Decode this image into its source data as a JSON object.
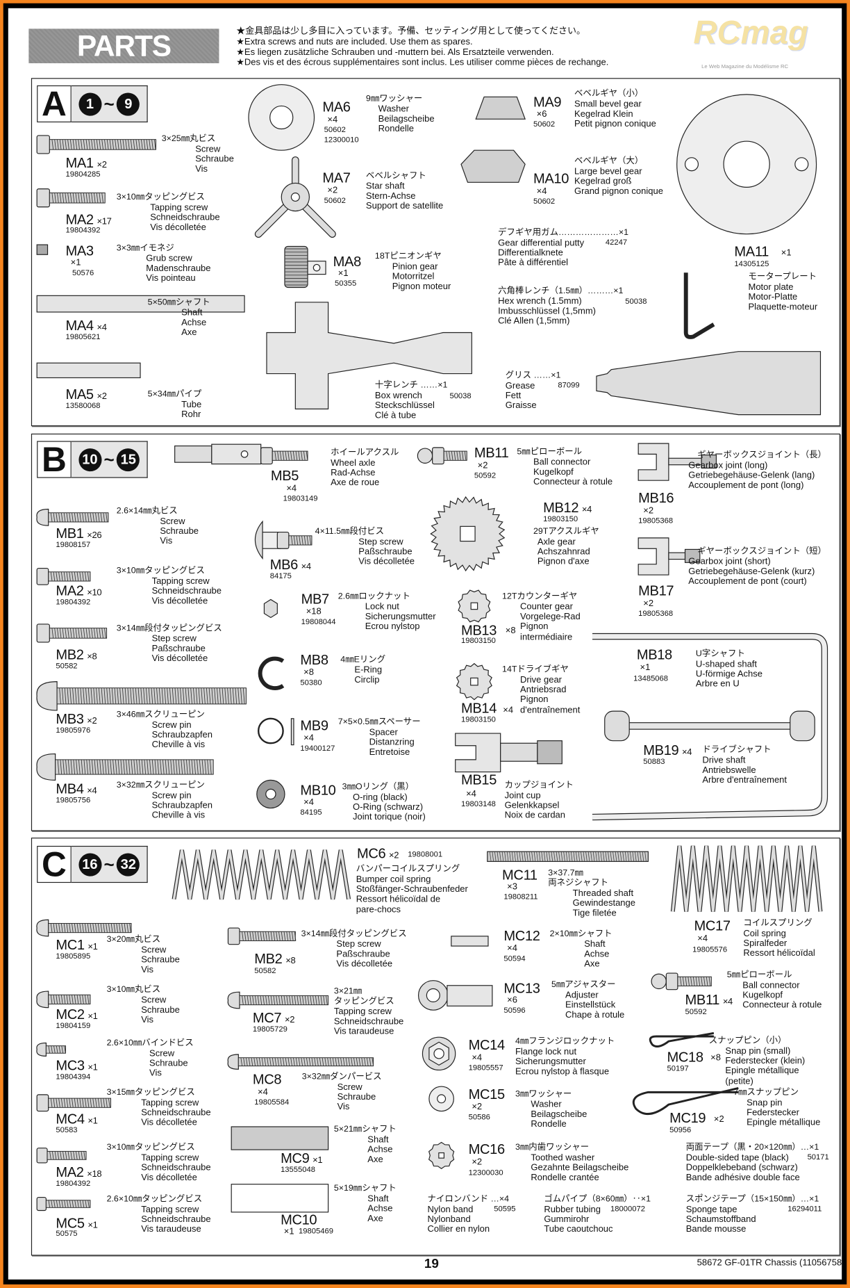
{
  "header": {
    "title": "PARTS",
    "notes": [
      "★金具部品は少し多目に入っています。予備、セッティング用として使ってください。",
      "★Extra screws and nuts are included. Use them as spares.",
      "★Es liegen zusätzliche Schrauben und -muttern bei. Als Ersatzteile verwenden.",
      "★Des vis et des écrous supplémentaires sont inclus. Les utiliser comme pièces de rechange."
    ]
  },
  "watermark": {
    "logo": "RCmag",
    "tagline": "Le Web Magazine du Modélisme RC"
  },
  "sections": [
    {
      "letter": "A",
      "range_from": "1",
      "range_sep": "~",
      "range_to": "9",
      "parts": [
        {
          "code": "MA1",
          "qty": "×2",
          "numbers": [
            "19804285"
          ],
          "jp": [
            "3×25㎜丸ビス"
          ],
          "tr": [
            "Screw",
            "Schraube",
            "Vis"
          ]
        },
        {
          "code": "MA2",
          "qty": "×17",
          "numbers": [
            "19804392"
          ],
          "jp": [
            "3×10㎜タッピングビス"
          ],
          "tr": [
            "Tapping screw",
            "Schneidschraube",
            "Vis décolletée"
          ]
        },
        {
          "code": "MA3",
          "qty": "×1",
          "numbers": [
            "50576"
          ],
          "jp": [
            "3×3㎜イモネジ"
          ],
          "tr": [
            "Grub screw",
            "Madenschraube",
            "Vis pointeau"
          ]
        },
        {
          "code": "MA4",
          "qty": "×4",
          "numbers": [
            "19805621"
          ],
          "jp": [
            "5×50㎜シャフト"
          ],
          "tr": [
            "Shaft",
            "Achse",
            "Axe"
          ]
        },
        {
          "code": "MA5",
          "qty": "×2",
          "numbers": [
            "13580068"
          ],
          "jp": [
            "5×34㎜パイプ"
          ],
          "tr": [
            "Tube",
            "Rohr"
          ]
        },
        {
          "code": "MA6",
          "qty": "×4",
          "numbers": [
            "50602",
            "12300010"
          ],
          "jp": [
            "9㎜ワッシャー"
          ],
          "tr": [
            "Washer",
            "Beilagscheibe",
            "Rondelle"
          ]
        },
        {
          "code": "MA7",
          "qty": "×2",
          "numbers": [
            "50602"
          ],
          "jp": [
            "ベベルシャフト"
          ],
          "tr": [
            "Star shaft",
            "Stern-Achse",
            "Support de satellite"
          ]
        },
        {
          "code": "MA8",
          "qty": "×1",
          "numbers": [
            "50355"
          ],
          "jp": [
            "18Tピニオンギヤ"
          ],
          "tr": [
            "Pinion gear",
            "Motorritzel",
            "Pignon moteur"
          ]
        },
        {
          "code": "MA9",
          "qty": "×6",
          "numbers": [
            "50602"
          ],
          "jp": [
            "ベベルギヤ（小）"
          ],
          "tr": [
            "Small bevel gear",
            "Kegelrad Klein",
            "Petit pignon conique"
          ]
        },
        {
          "code": "MA10",
          "qty": "×4",
          "numbers": [
            "50602"
          ],
          "jp": [
            "ベベルギヤ（大）"
          ],
          "tr": [
            "Large bevel gear",
            "Kegelrad groß",
            "Grand pignon conique"
          ]
        },
        {
          "code": "MA11",
          "qty": "×1",
          "numbers": [
            "14305125"
          ],
          "jp": [
            "モータープレート"
          ],
          "tr": [
            "Motor plate",
            "Motor-Platte",
            "Plaquette-moteur"
          ]
        },
        {
          "code": "",
          "qty": "",
          "numbers": [
            "42247"
          ],
          "jp": [
            "デフギヤ用ガム…………………×1"
          ],
          "tr": [
            "Gear differential putty",
            "Differentialknete",
            "Pâte à différentiel"
          ]
        },
        {
          "code": "",
          "qty": "",
          "numbers": [
            "50038"
          ],
          "jp": [
            "六角棒レンチ（1.5㎜）………×1"
          ],
          "tr": [
            "Hex wrench (1.5mm)",
            "Imbusschlüssel (1,5mm)",
            "Clé Allen (1,5mm)"
          ]
        },
        {
          "code": "",
          "qty": "",
          "numbers": [
            "50038"
          ],
          "jp": [
            "十字レンチ ……×1"
          ],
          "tr": [
            "Box wrench",
            "Steckschlüssel",
            "Clé à tube"
          ]
        },
        {
          "code": "",
          "qty": "",
          "numbers": [
            "87099"
          ],
          "jp": [
            "グリス ……×1"
          ],
          "tr": [
            "Grease",
            "Fett",
            "Graisse"
          ]
        }
      ]
    },
    {
      "letter": "B",
      "range_from": "10",
      "range_sep": "~",
      "range_to": "15",
      "parts": [
        {
          "code": "MB5",
          "qty": "×4",
          "numbers": [
            "19803149"
          ],
          "jp": [
            "ホイールアクスル"
          ],
          "tr": [
            "Wheel axle",
            "Rad-Achse",
            "Axe de roue"
          ]
        },
        {
          "code": "MB11",
          "qty": "×2",
          "numbers": [
            "50592"
          ],
          "jp": [
            "5㎜ピローボール"
          ],
          "tr": [
            "Ball connector",
            "Kugelkopf",
            "Connecteur à rotule"
          ]
        },
        {
          "code": "MB16",
          "qty": "×2",
          "numbers": [
            "19805368"
          ],
          "jp": [
            "ギヤーボックスジョイント（長）"
          ],
          "tr": [
            "Gearbox joint (long)",
            "Getriebegehäuse-Gelenk (lang)",
            "Accouplement de pont (long)"
          ]
        },
        {
          "code": "MB1",
          "qty": "×26",
          "numbers": [
            "19808157"
          ],
          "jp": [
            "2.6×14㎜丸ビス"
          ],
          "tr": [
            "Screw",
            "Schraube",
            "Vis"
          ]
        },
        {
          "code": "MB12",
          "qty": "×4",
          "numbers": [
            "19803150"
          ],
          "jp": [
            "29Tアクスルギヤ"
          ],
          "tr": [
            "Axle gear",
            "Achszahnrad",
            "Pignon d'axe"
          ]
        },
        {
          "code": "MB6",
          "qty": "×4",
          "numbers": [
            "84175"
          ],
          "jp": [
            "4×11.5㎜段付ビス"
          ],
          "tr": [
            "Step screw",
            "Paßschraube",
            "Vis décolletée"
          ]
        },
        {
          "code": "MA2",
          "qty": "×10",
          "numbers": [
            "19804392"
          ],
          "jp": [
            "3×10㎜タッピングビス"
          ],
          "tr": [
            "Tapping screw",
            "Schneidschraube",
            "Vis décolletée"
          ]
        },
        {
          "code": "MB17",
          "qty": "×2",
          "numbers": [
            "19805368"
          ],
          "jp": [
            "ギヤーボックスジョイント（短）"
          ],
          "tr": [
            "Gearbox joint (short)",
            "Getriebegehäuse-Gelenk (kurz)",
            "Accouplement de pont (court)"
          ]
        },
        {
          "code": "MB7",
          "qty": "×18",
          "numbers": [
            "19808044"
          ],
          "jp": [
            "2.6㎜ロックナット"
          ],
          "tr": [
            "Lock nut",
            "Sicherungsmutter",
            "Ecrou nylstop"
          ]
        },
        {
          "code": "MB13",
          "qty": "×8",
          "numbers": [
            "19803150"
          ],
          "jp": [
            "12Tカウンターギヤ"
          ],
          "tr": [
            "Counter gear",
            "Vorgelege-Rad",
            "Pignon",
            "intermédiaire"
          ]
        },
        {
          "code": "MB2",
          "qty": "×8",
          "numbers": [
            "50582"
          ],
          "jp": [
            "3×14㎜段付タッピングビス"
          ],
          "tr": [
            "Step screw",
            "Paßschraube",
            "Vis décolletée"
          ]
        },
        {
          "code": "MB18",
          "qty": "×1",
          "numbers": [
            "13485068"
          ],
          "jp": [
            "U字シャフト"
          ],
          "tr": [
            "U-shaped shaft",
            "U-förmige Achse",
            "Arbre en U"
          ]
        },
        {
          "code": "MB8",
          "qty": "×8",
          "numbers": [
            "50380"
          ],
          "jp": [
            "4㎜Eリング"
          ],
          "tr": [
            "E-Ring",
            "Circlip"
          ]
        },
        {
          "code": "MB14",
          "qty": "×4",
          "numbers": [
            "19803150"
          ],
          "jp": [
            "14Tドライブギヤ"
          ],
          "tr": [
            "Drive gear",
            "Antriebsrad",
            "Pignon",
            "d'entraînement"
          ]
        },
        {
          "code": "MB3",
          "qty": "×2",
          "numbers": [
            "19805976"
          ],
          "jp": [
            "3×46㎜スクリューピン"
          ],
          "tr": [
            "Screw pin",
            "Schraubzapfen",
            "Cheville à vis"
          ]
        },
        {
          "code": "MB9",
          "qty": "×4",
          "numbers": [
            "19400127"
          ],
          "jp": [
            "7×5×0.5㎜スペーサー"
          ],
          "tr": [
            "Spacer",
            "Distanzring",
            "Entretoise"
          ]
        },
        {
          "code": "MB19",
          "qty": "×4",
          "numbers": [
            "50883"
          ],
          "jp": [
            "ドライブシャフト"
          ],
          "tr": [
            "Drive shaft",
            "Antriebswelle",
            "Arbre d'entraînement"
          ]
        },
        {
          "code": "MB15",
          "qty": "×4",
          "numbers": [
            "19803148"
          ],
          "jp": [
            "カップジョイント"
          ],
          "tr": [
            "Joint cup",
            "Gelenkkapsel",
            "Noix de cardan"
          ]
        },
        {
          "code": "MB4",
          "qty": "×4",
          "numbers": [
            "19805756"
          ],
          "jp": [
            "3×32㎜スクリューピン"
          ],
          "tr": [
            "Screw pin",
            "Schraubzapfen",
            "Cheville à vis"
          ]
        },
        {
          "code": "MB10",
          "qty": "×4",
          "numbers": [
            "84195"
          ],
          "jp": [
            "3㎜Oリング（黒）"
          ],
          "tr": [
            "O-ring (black)",
            "O-Ring (schwarz)",
            "Joint torique (noir)"
          ]
        }
      ]
    },
    {
      "letter": "C",
      "range_from": "16",
      "range_sep": "~",
      "range_to": "32",
      "parts": [
        {
          "code": "MC6",
          "qty": "×2",
          "numbers": [
            "19808001"
          ],
          "jp": [
            "バンパーコイルスプリング"
          ],
          "tr": [
            "Bumper coil spring",
            "Stoßfänger-Schraubenfeder",
            "Ressort hélicoïdal de",
            "pare-chocs"
          ]
        },
        {
          "code": "MC11",
          "qty": "×3",
          "numbers": [
            "19808211"
          ],
          "jp": [
            "3×37.7㎜",
            "両ネジシャフト"
          ],
          "tr": [
            "Threaded shaft",
            "Gewindestange",
            "Tige filetée"
          ]
        },
        {
          "code": "MC17",
          "qty": "×4",
          "numbers": [
            "19805576"
          ],
          "jp": [
            "コイルスプリング"
          ],
          "tr": [
            "Coil spring",
            "Spiralfeder",
            "Ressort hélicoïdal"
          ]
        },
        {
          "code": "MC1",
          "qty": "×1",
          "numbers": [
            "19805895"
          ],
          "jp": [
            "3×20㎜丸ビス"
          ],
          "tr": [
            "Screw",
            "Schraube",
            "Vis"
          ]
        },
        {
          "code": "MB2",
          "qty": "×8",
          "numbers": [
            "50582"
          ],
          "jp": [
            "3×14㎜段付タッピングビス"
          ],
          "tr": [
            "Step screw",
            "Paßschraube",
            "Vis décolletée"
          ]
        },
        {
          "code": "MC12",
          "qty": "×4",
          "numbers": [
            "50594"
          ],
          "jp": [
            "2×10㎜シャフト"
          ],
          "tr": [
            "Shaft",
            "Achse",
            "Axe"
          ]
        },
        {
          "code": "MC13",
          "qty": "×6",
          "numbers": [
            "50596"
          ],
          "jp": [
            "5㎜アジャスター"
          ],
          "tr": [
            "Adjuster",
            "Einstellstück",
            "Chape à rotule"
          ]
        },
        {
          "code": "MB11",
          "qty": "×4",
          "numbers": [
            "50592"
          ],
          "jp": [
            "5㎜ピローボール"
          ],
          "tr": [
            "Ball connector",
            "Kugelkopf",
            "Connecteur à rotule"
          ]
        },
        {
          "code": "MC2",
          "qty": "×1",
          "numbers": [
            "19804159"
          ],
          "jp": [
            "3×10㎜丸ビス"
          ],
          "tr": [
            "Screw",
            "Schraube",
            "Vis"
          ]
        },
        {
          "code": "MC7",
          "qty": "×2",
          "numbers": [
            "19805729"
          ],
          "jp": [
            "3×21㎜",
            "タッピングビス"
          ],
          "tr": [
            "Tapping screw",
            "Schneidschraube",
            "Vis taraudeuse"
          ]
        },
        {
          "code": "MC14",
          "qty": "×4",
          "numbers": [
            "19805557"
          ],
          "jp": [
            "4㎜フランジロックナット"
          ],
          "tr": [
            "Flange lock nut",
            "Sicherungsmutter",
            "Ecrou nylstop à flasque"
          ]
        },
        {
          "code": "MC18",
          "qty": "×8",
          "numbers": [
            "50197"
          ],
          "jp": [
            "スナップピン（小）"
          ],
          "tr": [
            "Snap pin (small)",
            "Federstecker (klein)",
            "Epingle métallique",
            "(petite)"
          ]
        },
        {
          "code": "MC3",
          "qty": "×1",
          "numbers": [
            "19804394"
          ],
          "jp": [
            "2.6×10㎜バインドビス"
          ],
          "tr": [
            "Screw",
            "Schraube",
            "Vis"
          ]
        },
        {
          "code": "MC8",
          "qty": "×4",
          "numbers": [
            "19805584"
          ],
          "jp": [
            "3×32㎜ダンパービス"
          ],
          "tr": [
            "Screw",
            "Schraube",
            "Vis"
          ]
        },
        {
          "code": "MC15",
          "qty": "×2",
          "numbers": [
            "50586"
          ],
          "jp": [
            "3㎜ワッシャー"
          ],
          "tr": [
            "Washer",
            "Beilagscheibe",
            "Rondelle"
          ]
        },
        {
          "code": "MC19",
          "qty": "×2",
          "numbers": [
            "50956"
          ],
          "jp": [
            "7㎜スナップピン"
          ],
          "tr": [
            "Snap pin",
            "Federstecker",
            "Epingle métallique"
          ]
        },
        {
          "code": "MC4",
          "qty": "×1",
          "numbers": [
            "50583"
          ],
          "jp": [
            "3×15㎜タッピングビス"
          ],
          "tr": [
            "Tapping screw",
            "Schneidschraube",
            "Vis décolletée"
          ]
        },
        {
          "code": "MC9",
          "qty": "×1",
          "numbers": [
            "13555048"
          ],
          "jp": [
            "5×21㎜シャフト"
          ],
          "tr": [
            "Shaft",
            "Achse",
            "Axe"
          ]
        },
        {
          "code": "MC16",
          "qty": "×2",
          "numbers": [
            "12300030"
          ],
          "jp": [
            "3㎜内歯ワッシャー"
          ],
          "tr": [
            "Toothed washer",
            "Gezahnte Beilagscheibe",
            "Rondelle crantée"
          ]
        },
        {
          "code": "",
          "qty": "",
          "numbers": [
            "50171"
          ],
          "jp": [
            "両面テープ（黒・20×120㎜）…×1"
          ],
          "tr": [
            "Double-sided tape (black)",
            "Doppelklebeband (schwarz)",
            "Bande adhésive double face"
          ]
        },
        {
          "code": "MA2",
          "qty": "×18",
          "numbers": [
            "19804392"
          ],
          "jp": [
            "3×10㎜タッピングビス"
          ],
          "tr": [
            "Tapping screw",
            "Schneidschraube",
            "Vis décolletée"
          ]
        },
        {
          "code": "MC10",
          "qty": "×1",
          "numbers": [
            "19805469"
          ],
          "jp": [
            "5×19㎜シャフト"
          ],
          "tr": [
            "Shaft",
            "Achse",
            "Axe"
          ]
        },
        {
          "code": "MC5",
          "qty": "×1",
          "numbers": [
            "50575"
          ],
          "jp": [
            "2.6×10㎜タッピングビス"
          ],
          "tr": [
            "Tapping screw",
            "Schneidschraube",
            "Vis taraudeuse"
          ]
        },
        {
          "code": "",
          "qty": "",
          "numbers": [
            "50595"
          ],
          "jp": [
            "ナイロンバンド …×4"
          ],
          "tr": [
            "Nylon band",
            "Nylonband",
            "Collier en nylon"
          ]
        },
        {
          "code": "",
          "qty": "",
          "numbers": [
            "18000072"
          ],
          "jp": [
            "ゴムパイプ（8×60㎜）‥×1"
          ],
          "tr": [
            "Rubber tubing",
            "Gummirohr",
            "Tube caoutchouc"
          ]
        },
        {
          "code": "",
          "qty": "",
          "numbers": [
            "16294011"
          ],
          "jp": [
            "スポンジテープ（15×150㎜）…×1"
          ],
          "tr": [
            "Sponge tape",
            "Schaumstoffband",
            "Bande mousse"
          ]
        }
      ]
    }
  ],
  "footer": {
    "page": "19",
    "reference": "58672 GF-01TR Chassis (11056758"
  }
}
